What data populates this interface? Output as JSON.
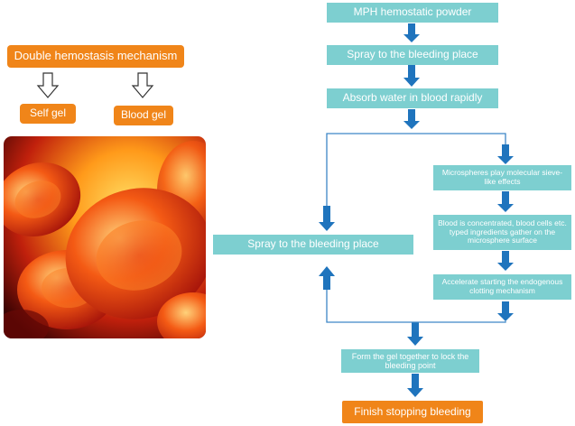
{
  "left": {
    "title": "Double  hemostasis  mechanism",
    "branches": [
      "Self gel",
      "Blood gel"
    ],
    "colors": {
      "orange": "#f08519"
    }
  },
  "flow": {
    "step1": "MPH hemostatic powder",
    "step2": "Spray to the bleeding place",
    "step3": "Absorb water in blood rapidly",
    "left_box": "Spray to the bleeding place",
    "right_1": "Microspheres play molecular sieve-like effects",
    "right_2": "Blood is concentrated, blood cells etc. typed ingredients gather on the microsphere surface",
    "right_3": "Accelerate starting the endogenous clotting mechanism",
    "merge": "Form the gel together to lock the bleeding point",
    "final": "Finish stopping bleeding",
    "colors": {
      "teal": "#7dcfd0",
      "arrow": "#1f74bd",
      "line": "#3d86c6"
    }
  }
}
